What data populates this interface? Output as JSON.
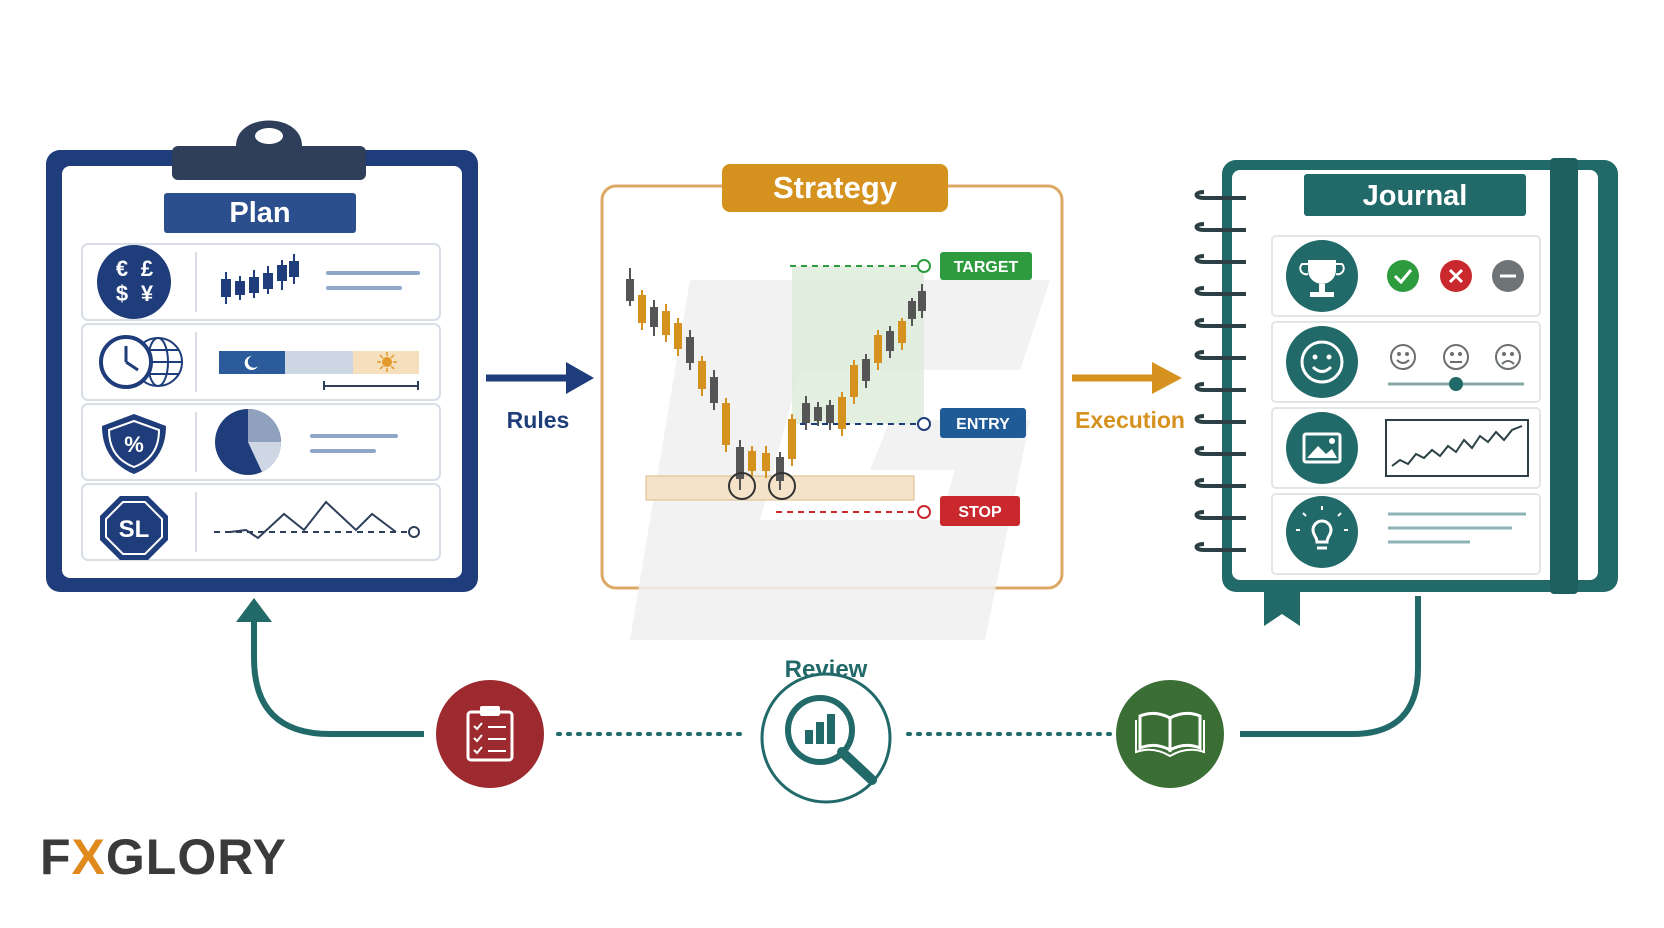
{
  "plan": {
    "title": "Plan",
    "currency_symbols": [
      "€",
      "£",
      "$",
      "¥"
    ],
    "stop_loss_label": "SL",
    "percent_symbol": "%"
  },
  "flow": {
    "rules": "Rules",
    "execution": "Execution",
    "review": "Review"
  },
  "strategy": {
    "title": "Strategy",
    "target": "TARGET",
    "entry": "ENTRY",
    "stop": "STOP"
  },
  "journal": {
    "title": "Journal"
  },
  "brand": {
    "prefix": "F",
    "x": "X",
    "suffix": "GLORY"
  },
  "colors": {
    "navy": "#1f3d7a",
    "gold": "#d6921e",
    "teal": "#22696a",
    "green": "#2e9b3f",
    "red": "#c9282d",
    "review_red": "#9c2a2e",
    "review_green": "#3b6e35"
  },
  "icons": [
    "currency-icon",
    "candlestick-icon",
    "clock-icon",
    "globe-icon",
    "moon-icon",
    "sun-icon",
    "shield-percent-icon",
    "pie-chart-icon",
    "stop-sign-icon",
    "trophy-icon",
    "check-icon",
    "cross-icon",
    "minus-icon",
    "smiley-face-icon",
    "neutral-face-icon",
    "sad-face-icon",
    "image-icon",
    "lightbulb-icon",
    "clipboard-checklist-icon",
    "magnifier-chart-icon",
    "open-book-icon"
  ]
}
